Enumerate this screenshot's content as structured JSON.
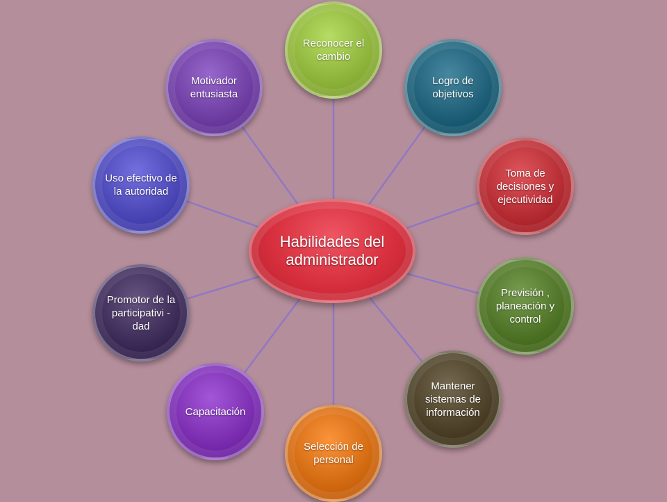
{
  "center": {
    "label": "Habilidades del administrador",
    "color": "#d62e3c"
  },
  "line_color": "#8e78c4",
  "nodes": [
    {
      "id": "reconocer-el-cambio",
      "label": "Reconocer el cambio",
      "color": "#8fb43c"
    },
    {
      "id": "logro-de-objetivos",
      "label": "Logro de objetivos",
      "color": "#1e5f77"
    },
    {
      "id": "toma-de-decisiones",
      "label": "Toma de decisiones y ejecutividad",
      "color": "#b52c33"
    },
    {
      "id": "prevision-planeacion",
      "label": "Previsión , planeación y control",
      "color": "#4f7326"
    },
    {
      "id": "mantener-sistemas",
      "label": "Mantener sistemas de información",
      "color": "#4c4128"
    },
    {
      "id": "seleccion-de-personal",
      "label": "Selección de personal",
      "color": "#d36b12"
    },
    {
      "id": "capacitacion",
      "label": "Capacitación",
      "color": "#7b2fb0"
    },
    {
      "id": "promotor-participatividad",
      "label": "Promotor de la participativi -dad",
      "color": "#3d2b58"
    },
    {
      "id": "uso-efectivo-autoridad",
      "label": "Uso efectivo de la autoridad",
      "color": "#4b47b6"
    },
    {
      "id": "motivador-entusiasta",
      "label": "Motivador entusiasta",
      "color": "#6f3ea3"
    }
  ]
}
